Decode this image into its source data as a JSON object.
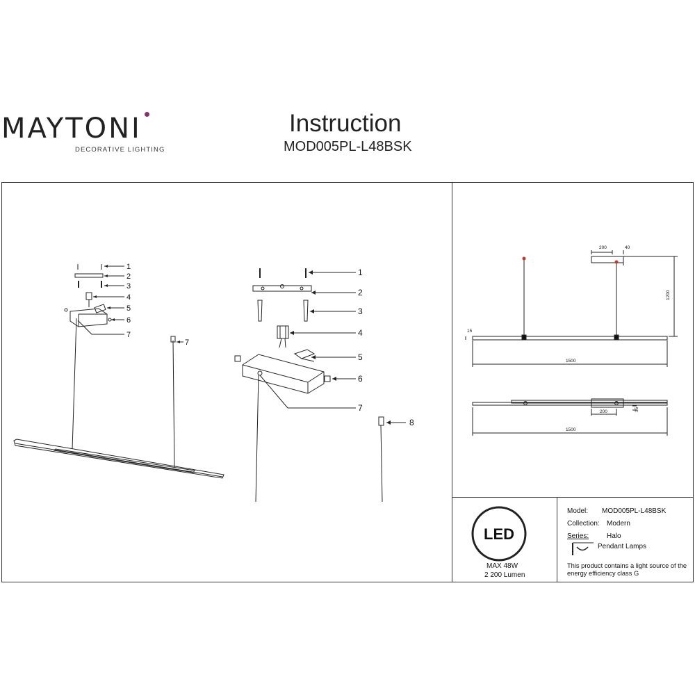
{
  "header": {
    "logo_text": "MAYTONI",
    "logo_tagline": "DECORATIVE LIGHTING",
    "logo_dot_color": "#8b2f6b",
    "title": "Instruction",
    "model_code": "MOD005PL-L48BSK"
  },
  "diagram_left": {
    "callouts": [
      "1",
      "2",
      "3",
      "4",
      "5",
      "6",
      "7",
      "7"
    ]
  },
  "diagram_middle": {
    "callouts": [
      "1",
      "2",
      "3",
      "4",
      "5",
      "6",
      "7",
      "8"
    ]
  },
  "dimensions": {
    "canopy_width": "200",
    "canopy_height": "40",
    "drop_height": "1200",
    "body_height": "15",
    "body_length": "1500",
    "plan_canopy_width": "200",
    "plan_body_height": "15",
    "plan_length": "1500"
  },
  "led_badge": {
    "icon_text": "LED",
    "power": "MAX 48W",
    "lumen": "2 200 Lumen"
  },
  "specs": {
    "model_label": "Model:",
    "model_value": "MOD005PL-L48BSK",
    "collection_label": "Collection:",
    "collection_value": "Modern",
    "series_label": "Series:",
    "series_value": "Halo",
    "type_value": "Pendant Lamps",
    "energy_note_line1": "This product contains a light source of the",
    "energy_note_line2": "energy efficiency class G"
  },
  "colors": {
    "line": "#333333",
    "accent_red": "#c0392b"
  }
}
